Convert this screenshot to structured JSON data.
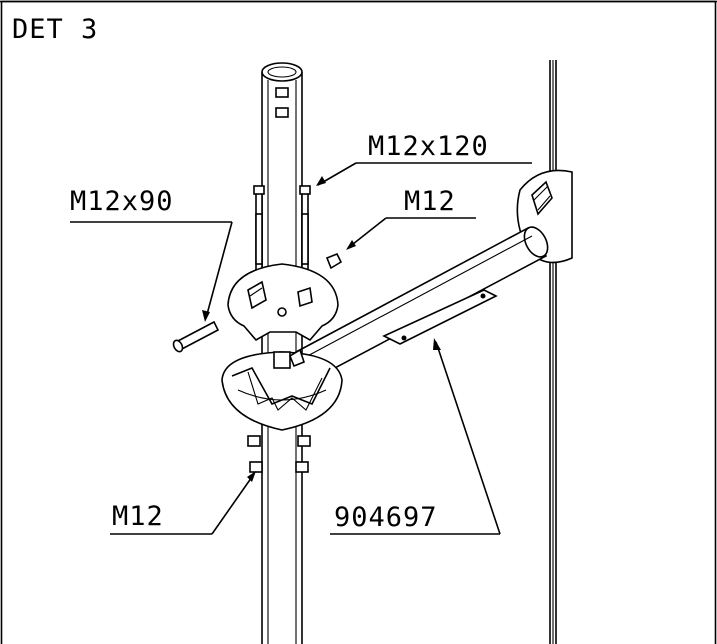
{
  "drawing": {
    "detail_title": "DET 3",
    "callouts": {
      "bolt_long": "M12x120",
      "bolt_short": "M12x90",
      "nut_upper": "M12",
      "nut_lower": "M12",
      "bracket_part": "904697"
    }
  }
}
